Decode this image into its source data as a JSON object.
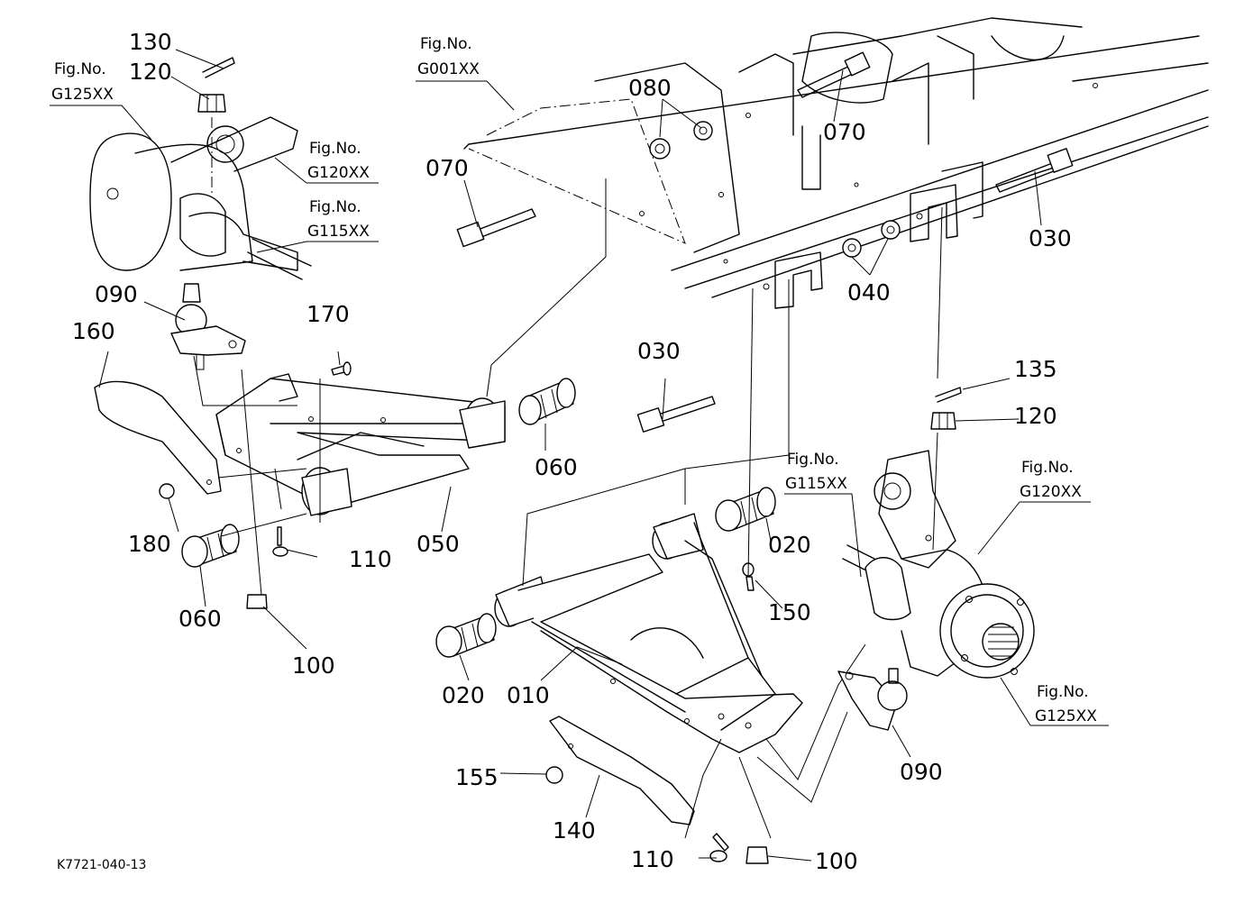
{
  "drawing_code": "K7721-040-13",
  "callouts": {
    "p010": "010",
    "p020a": "020",
    "p020b": "020",
    "p030a": "030",
    "p030b": "030",
    "p040": "040",
    "p050": "050",
    "p060a": "060",
    "p060b": "060",
    "p070a": "070",
    "p070b": "070",
    "p080": "080",
    "p090a": "090",
    "p090b": "090",
    "p100a": "100",
    "p100b": "100",
    "p110a": "110",
    "p110b": "110",
    "p120a": "120",
    "p120b": "120",
    "p130": "130",
    "p135": "135",
    "p140": "140",
    "p150": "150",
    "p155": "155",
    "p160": "160",
    "p170": "170",
    "p180": "180"
  },
  "fig_refs": {
    "fig_no_label": "Fig.No.",
    "g001": "G001XX",
    "g125_left": "G125XX",
    "g120_left": "G120XX",
    "g115_left": "G115XX",
    "g115_right": "G115XX",
    "g120_right": "G120XX",
    "g125_right": "G125XX"
  }
}
